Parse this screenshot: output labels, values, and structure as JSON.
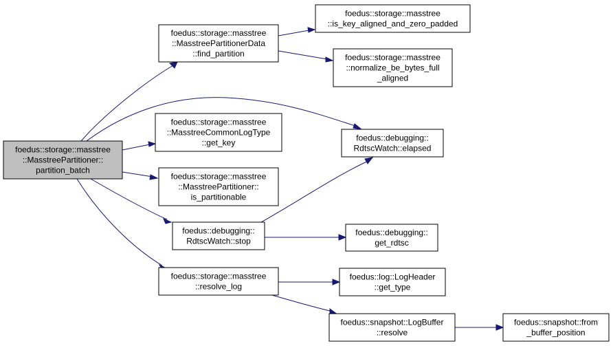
{
  "graph": {
    "colors": {
      "edge": "#191970",
      "root_fill": "#bfbfbf",
      "node_fill": "#ffffff",
      "border": "#000000"
    },
    "nodes": {
      "partition_batch": {
        "lines": [
          "foedus::storage::masstree",
          "::MasstreePartitioner::",
          "partition_batch"
        ]
      },
      "find_partition": {
        "lines": [
          "foedus::storage::masstree",
          "::MasstreePartitionerData",
          "::find_partition"
        ]
      },
      "is_key_aligned": {
        "lines": [
          "foedus::storage::masstree",
          "::is_key_aligned_and_zero_padded"
        ]
      },
      "normalize_be_bytes": {
        "lines": [
          "foedus::storage::masstree",
          "::normalize_be_bytes_full",
          "_aligned"
        ]
      },
      "get_key": {
        "lines": [
          "foedus::storage::masstree",
          "::MasstreeCommonLogType",
          "::get_key"
        ]
      },
      "elapsed": {
        "lines": [
          "foedus::debugging::",
          "RdtscWatch::elapsed"
        ]
      },
      "is_partitionable": {
        "lines": [
          "foedus::storage::masstree",
          "::MasstreePartitioner::",
          "is_partitionable"
        ]
      },
      "stop": {
        "lines": [
          "foedus::debugging::",
          "RdtscWatch::stop"
        ]
      },
      "get_rdtsc": {
        "lines": [
          "foedus::debugging::",
          "get_rdtsc"
        ]
      },
      "resolve_log": {
        "lines": [
          "foedus::storage::masstree",
          "::resolve_log"
        ]
      },
      "get_type": {
        "lines": [
          "foedus::log::LogHeader",
          "::get_type"
        ]
      },
      "resolve": {
        "lines": [
          "foedus::snapshot::LogBuffer",
          "::resolve"
        ]
      },
      "from_buffer_position": {
        "lines": [
          "foedus::snapshot::from",
          "_buffer_position"
        ]
      }
    }
  }
}
